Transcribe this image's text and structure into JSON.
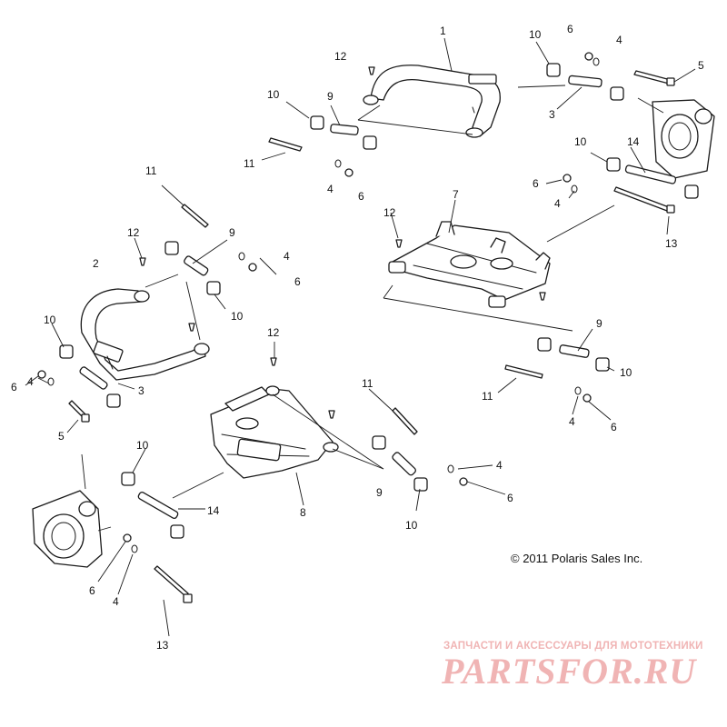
{
  "copyright": "© 2011 Polaris Sales Inc.",
  "watermark": {
    "tagline": "ЗАПЧАСТИ И АКСЕССУАРЫ ДЛЯ МОТОТЕХНИКИ",
    "logo": "PARTSFOR.RU",
    "color": "#f0b4b4"
  },
  "callouts": {
    "c1": "1",
    "c2": "2",
    "c3a": "3",
    "c3b": "3",
    "c4a": "4",
    "c4b": "4",
    "c4c": "4",
    "c4d": "4",
    "c4e": "4",
    "c4f": "4",
    "c4g": "4",
    "c4h": "4",
    "c5a": "5",
    "c5b": "5",
    "c6a": "6",
    "c6b": "6",
    "c6c": "6",
    "c6d": "6",
    "c6e": "6",
    "c6f": "6",
    "c6g": "6",
    "c6h": "6",
    "c7": "7",
    "c8": "8",
    "c9a": "9",
    "c9b": "9",
    "c9c": "9",
    "c9d": "9",
    "c10a": "10",
    "c10b": "10",
    "c10c": "10",
    "c10d": "10",
    "c10e": "10",
    "c10f": "10",
    "c10g": "10",
    "c10h": "10",
    "c11a": "11",
    "c11b": "11",
    "c11c": "11",
    "c11d": "11",
    "c12a": "12",
    "c12b": "12",
    "c12c": "12",
    "c12d": "12",
    "c13a": "13",
    "c13b": "13",
    "c14a": "14",
    "c14b": "14"
  }
}
